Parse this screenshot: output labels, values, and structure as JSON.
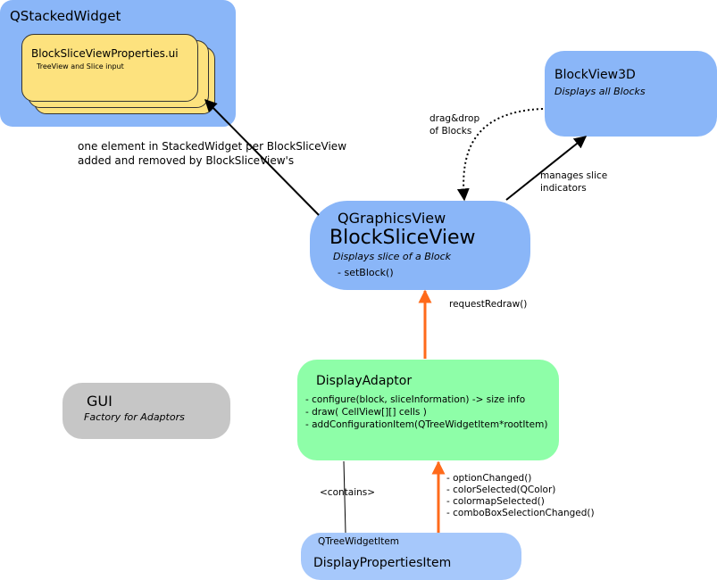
{
  "qstacked": {
    "title": "QStackedWidget",
    "ui_file": "BlockSliceViewProperties.ui",
    "ui_desc": "TreeView and Slice input"
  },
  "blockview3d": {
    "title": "BlockView3D",
    "desc": "Displays all Blocks"
  },
  "blocksliceview": {
    "base": "QGraphicsView",
    "title": "BlockSliceView",
    "desc": "Displays slice of a Block",
    "method": "- setBlock()"
  },
  "displayadaptor": {
    "title": "DisplayAdaptor",
    "methods": [
      "- configure(block, sliceInformation) -> size info",
      "- draw( CellView[][] cells )",
      "- addConfigurationItem(QTreeWidgetItem*rootItem)"
    ]
  },
  "gui": {
    "title": "GUI",
    "desc": "Factory for Adaptors"
  },
  "displayprops": {
    "base": "QTreeWidgetItem",
    "title": "DisplayPropertiesItem"
  },
  "labels": {
    "stacked_note": [
      "one element in StackedWidget per BlockSliceView",
      "added and removed by BlockSliceView's"
    ],
    "dragdrop": [
      "drag&drop",
      "of Blocks"
    ],
    "manages": [
      "manages slice",
      "indicators"
    ],
    "request_redraw": "requestRedraw()",
    "contains": "<contains>",
    "signals": [
      "- optionChanged()",
      "- colorSelected(QColor)",
      "- colormapSelected()",
      "- comboBoxSelectionChanged()"
    ]
  },
  "colors": {
    "blue_box": "#8ab6f8",
    "light_blue_box": "#a6c8fb",
    "yellow_card": "#fde27e",
    "green_box": "#8efea8",
    "gray_box": "#c6c6c6",
    "orange_arrow": "#ff6a1a"
  }
}
